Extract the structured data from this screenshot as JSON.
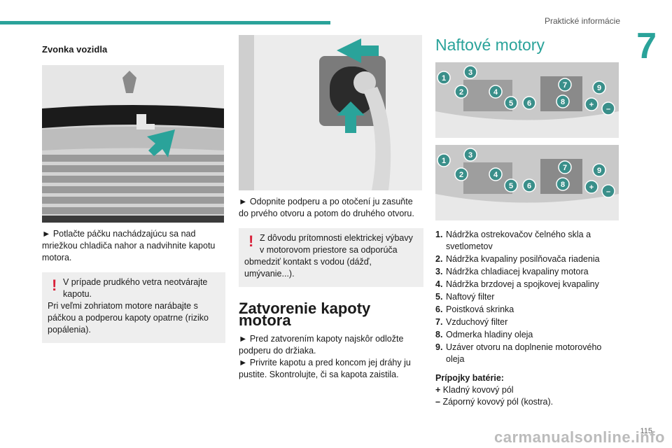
{
  "header": {
    "section": "Praktické informácie",
    "chapter": "7"
  },
  "col1": {
    "title": "Zvonka vozidla",
    "text": "► Potlačte páčku nachádzajúcu sa nad mriežkou chladiča nahor a nadvihnite kapotu motora.",
    "warning_first": "V prípade prudkého vetra neotvárajte kapotu.",
    "warning_rest": "Pri veľmi zohriatom motore narábajte s páčkou a podperou kapoty opatrne (riziko popálenia)."
  },
  "col2": {
    "text": "► Odopnite podperu a po otočení ju zasuňte do prvého otvoru a potom do druhého otvoru.",
    "warning_first": "Z dôvodu prítomnosti elektrickej výbavy v motorovom priestore sa odporúča",
    "warning_rest": "obmedziť kontakt s vodou (dážď, umývanie...).",
    "heading": "Zatvorenie kapoty motora",
    "step1": "► Pred zatvorením kapoty najskôr odložte podperu do držiaka.",
    "step2": "► Privrite kapotu a pred koncom jej dráhy ju pustite. Skontrolujte, či sa kapota zaistila."
  },
  "col3": {
    "heading": "Naftové motory",
    "items": [
      {
        "n": "1.",
        "t": "Nádržka ostrekovačov čelného skla a svetlometov"
      },
      {
        "n": "2.",
        "t": "Nádržka kvapaliny posilňovača riadenia"
      },
      {
        "n": "3.",
        "t": "Nádržka chladiacej kvapaliny motora"
      },
      {
        "n": "4.",
        "t": "Nádržka brzdovej a spojkovej kvapaliny"
      },
      {
        "n": "5.",
        "t": "Naftový filter"
      },
      {
        "n": "6.",
        "t": "Poistková skrinka"
      },
      {
        "n": "7.",
        "t": "Vzduchový filter"
      },
      {
        "n": "8.",
        "t": "Odmerka hladiny oleja"
      },
      {
        "n": "9.",
        "t": "Uzáver otvoru na doplnenie motorového oleja"
      }
    ],
    "battery_title": "Prípojky batérie:",
    "battery_plus_sign": "+",
    "battery_plus": "Kladný kovový pól",
    "battery_minus_sign": "–",
    "battery_minus": "Záporný kovový pól (kostra).",
    "callouts": [
      "1",
      "2",
      "3",
      "4",
      "5",
      "6",
      "7",
      "8",
      "9",
      "–",
      "+"
    ]
  },
  "footer": {
    "page": "115",
    "watermark": "carmanualsonline.info"
  },
  "colors": {
    "accent": "#2aa39a",
    "warning": "#d8213a",
    "callout": "#3a8f8a"
  }
}
